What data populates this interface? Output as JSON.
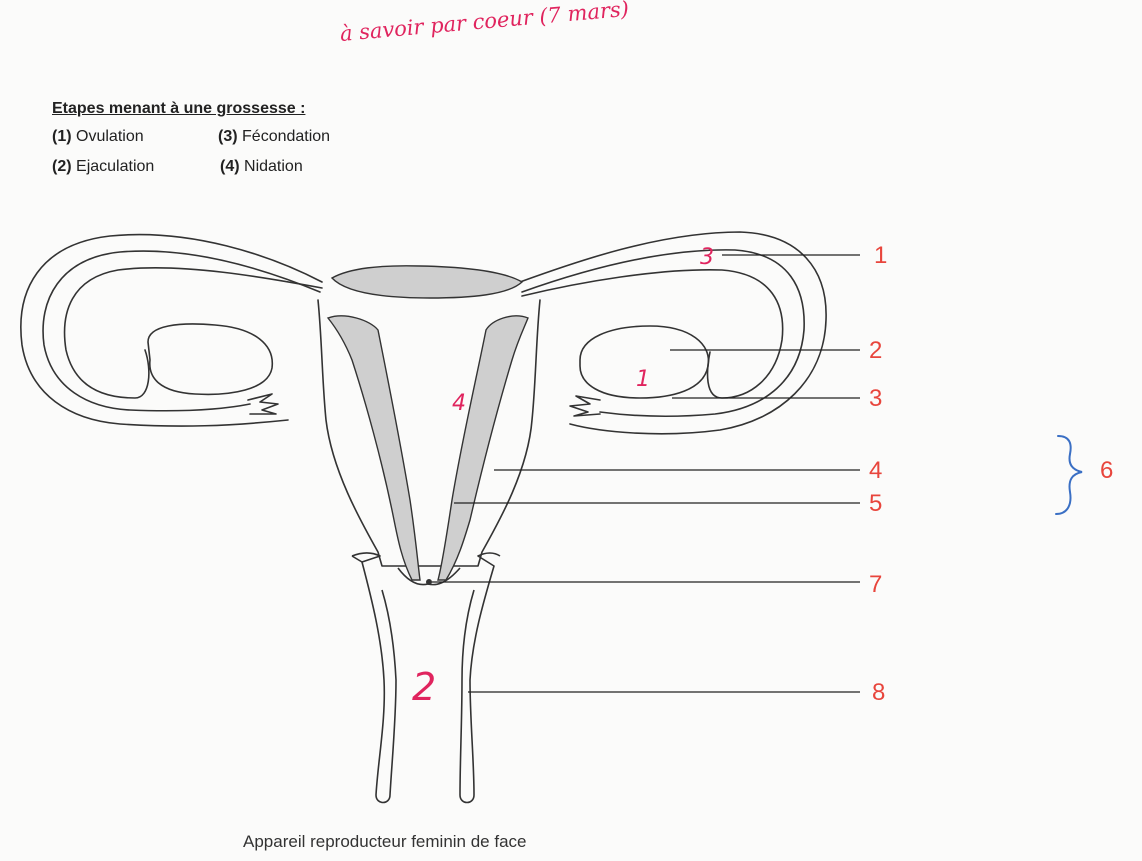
{
  "handwritten_note": "à savoir par coeur (7 mars)",
  "heading": "Etapes menant à une grossesse :",
  "steps": [
    {
      "num": "(1)",
      "label": "Ovulation"
    },
    {
      "num": "(2)",
      "label": "Ejaculation"
    },
    {
      "num": "(3)",
      "label": "Fécondation"
    },
    {
      "num": "(4)",
      "label": "Nidation"
    }
  ],
  "label_numbers": [
    "1",
    "2",
    "3",
    "4",
    "5",
    "6",
    "7",
    "8"
  ],
  "handwritten_marks": [
    "3",
    "1",
    "4",
    "2"
  ],
  "caption": "Appareil reproducteur feminin de face",
  "colors": {
    "label_red": "#e8453c",
    "handwriting_pink": "#e0245e",
    "brace_blue": "#3a6fc4",
    "shade_gray": "#cfcfcf",
    "outline": "#333333"
  }
}
